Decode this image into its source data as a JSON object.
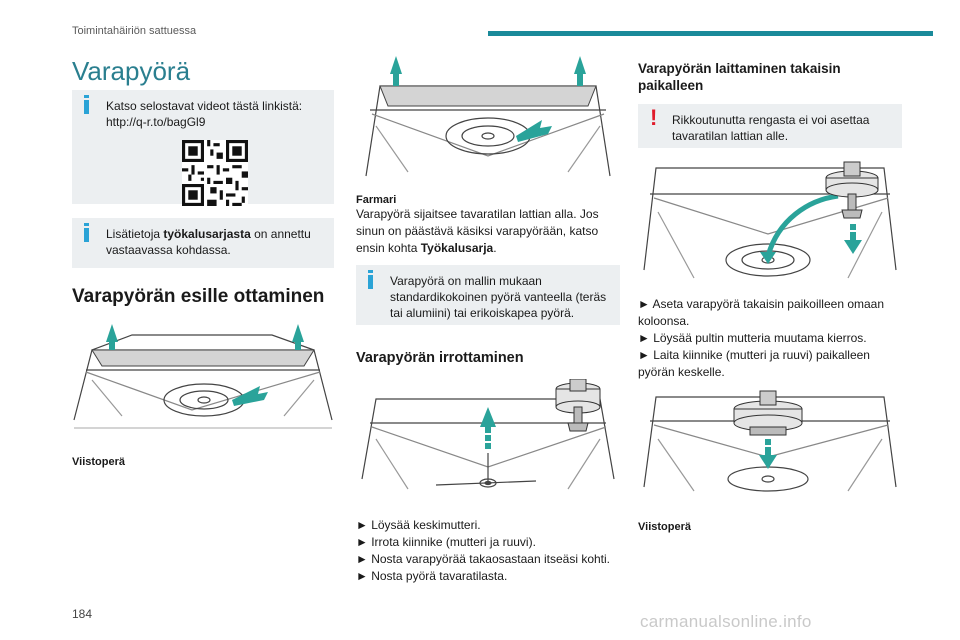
{
  "header": {
    "section": "Toimintahäiriön sattuessa",
    "accent_color": "#1a8a9a"
  },
  "page_number": "184",
  "watermark": "carmanualsonline.info",
  "col1": {
    "title": "Varapyörä",
    "video_box": {
      "text": "Katso selostavat videot tästä linkistä:",
      "link": "http://q-r.to/bagGl9"
    },
    "tools_box": {
      "pre": "Lisätietoja ",
      "bold": "työkalusarjasta",
      "post": " on annettu vastaavassa kohdassa."
    },
    "section_title": "Varapyörän esille ottaminen",
    "caption": "Viistoperä"
  },
  "col2": {
    "caption_title": "Farmari",
    "para_line1": "Varapyörä sijaitsee tavaratilan lattian alla.",
    "para_line2_pre": "Jos sinun on päästävä käsiksi varapyörään, katso ensin kohta ",
    "para_line2_bold": "Työkalusarja",
    "para_line2_post": ".",
    "info_box": "Varapyörä on mallin mukaan standardikokoinen pyörä vanteella (teräs tai alumiini) tai erikoiskapea pyörä.",
    "section_title": "Varapyörän irrottaminen",
    "steps": [
      "► Löysää keskimutteri.",
      "► Irrota kiinnike (mutteri ja ruuvi).",
      "► Nosta varapyörää takaosastaan itseäsi kohti.",
      "► Nosta pyörä tavaratilasta."
    ]
  },
  "col3": {
    "section_title": "Varapyörän laittaminen takaisin paikalleen",
    "warn_box": "Rikkoutunutta rengasta ei voi asettaa tavaratilan lattian alle.",
    "steps": [
      "► Aseta varapyörä takaisin paikoilleen omaan koloonsa.",
      "► Löysää pultin mutteria muutama kierros.",
      "► Laita kiinnike (mutteri ja ruuvi) paikalleen pyörän keskelle."
    ],
    "caption": "Viistoperä"
  },
  "colors": {
    "title": "#2a7f8f",
    "info_bar": "#2aa3d6",
    "warn": "#e01b2b",
    "arrow": "#2aa39a"
  }
}
